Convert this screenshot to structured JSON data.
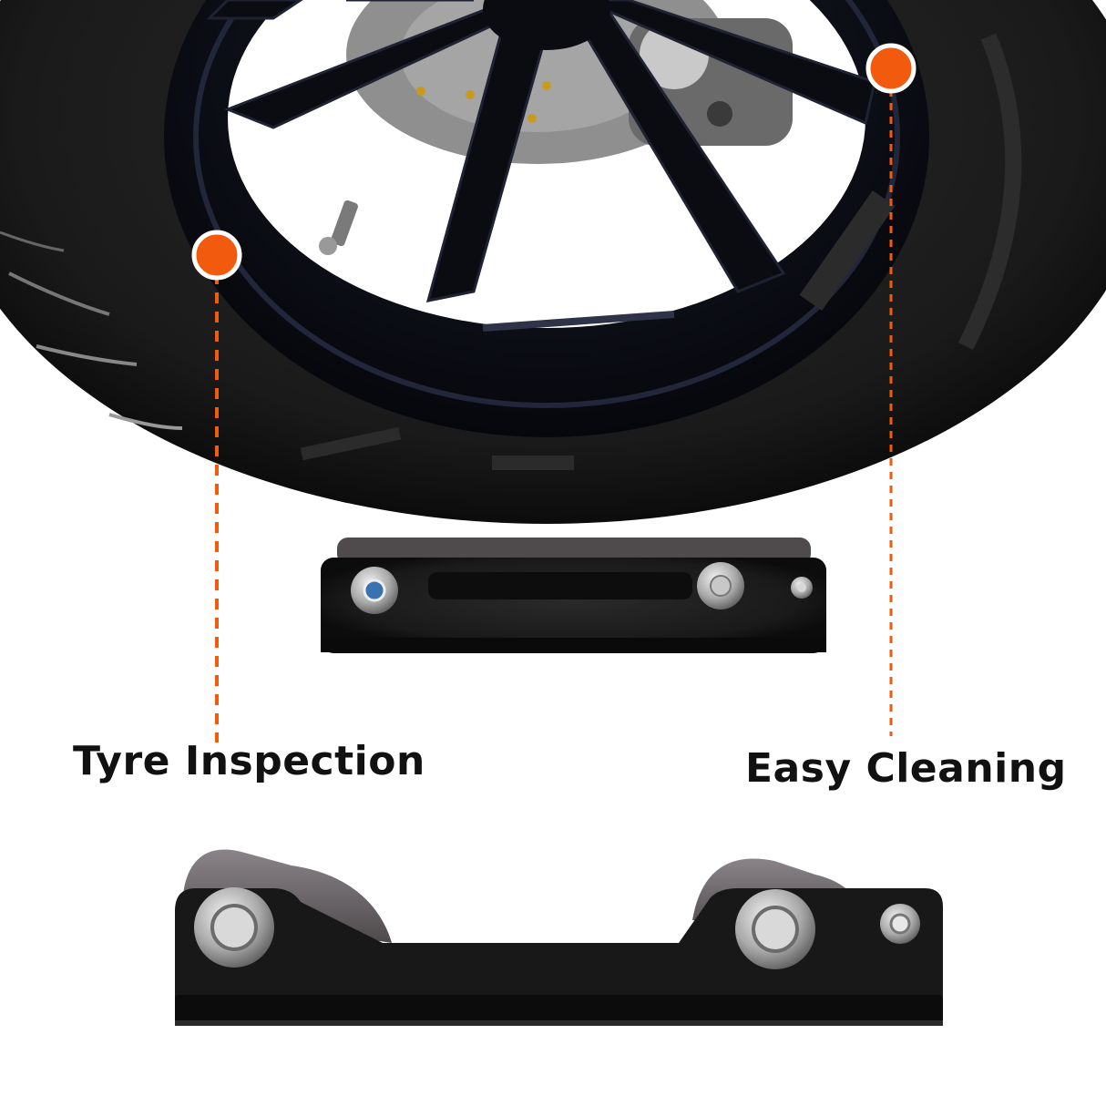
{
  "callouts": {
    "left": {
      "label": "Tyre Inspection"
    },
    "right": {
      "label": "Easy Cleaning"
    }
  },
  "colors": {
    "accent": "#f25a0d",
    "tyre": "#1c1c1c",
    "rim": "#0d0f18",
    "bracket": "#161616",
    "roller": "#6f6a6d",
    "background": "#ffffff"
  },
  "icons": [
    "callout-dot-icon",
    "wheel-illustration",
    "roller-stand-illustration"
  ]
}
